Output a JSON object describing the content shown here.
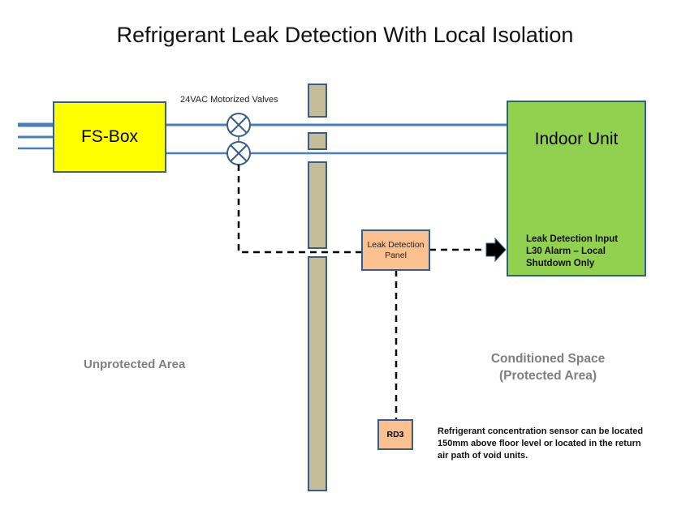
{
  "title": "Refrigerant Leak Detection With Local Isolation",
  "colors": {
    "pipe": "#4a7ebb",
    "fs_box_fill": "#ffff00",
    "indoor_unit_fill": "#92d050",
    "panel_fill": "#fac090",
    "wall_fill": "#c4bd97",
    "outline": "#385d8a",
    "area_label": "#7f7f7f"
  },
  "components": {
    "fs_box": {
      "label": "FS-Box"
    },
    "indoor_unit": {
      "label": "Indoor Unit",
      "input_lines": [
        "Leak Detection Input",
        "L30 Alarm – Local",
        "Shutdown Only"
      ]
    },
    "valves": {
      "label": "24VAC Motorized Valves",
      "count": 2,
      "icon": "valve-x-circle-icon"
    },
    "leak_detection_panel": {
      "lines": [
        "Leak Detection",
        "Panel"
      ]
    },
    "sensor": {
      "label": "RD3"
    }
  },
  "areas": {
    "unprotected": "Unprotected Area",
    "conditioned_lines": [
      "Conditioned Space",
      "(Protected Area)"
    ]
  },
  "notes": {
    "sensor_note_lines": [
      "Refrigerant concentration sensor can be located",
      "150mm above floor level or located in the return",
      "air path of void units."
    ]
  }
}
